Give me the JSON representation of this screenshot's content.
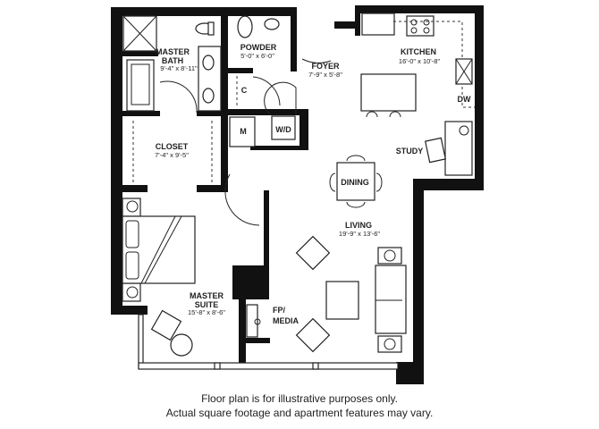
{
  "rooms": {
    "master_bath": {
      "name_line1": "MASTER",
      "name_line2": "BATH",
      "size": "9'-4\" x 8'-11\""
    },
    "powder": {
      "name": "POWDER",
      "size": "5'-0\" x 6'-0\""
    },
    "foyer": {
      "name": "FOYER",
      "size": "7'-9\" x 5'-8\""
    },
    "kitchen": {
      "name": "KITCHEN",
      "size": "16'-0\" x 10'-8\""
    },
    "closet": {
      "name": "CLOSET",
      "size": "7'-4\" x 9'-5\""
    },
    "coat_closet": {
      "name": "C"
    },
    "mechanical": {
      "name": "M"
    },
    "laundry": {
      "name": "W/D"
    },
    "dishwasher": {
      "name": "DW"
    },
    "study": {
      "name": "STUDY"
    },
    "dining": {
      "name": "DINING"
    },
    "living": {
      "name": "LIVING",
      "size": "19'-9\" x 13'-6\""
    },
    "master_suite": {
      "name_line1": "MASTER",
      "name_line2": "SUITE",
      "size": "15'-8\" x 8'-6\""
    },
    "fp_media": {
      "name_line1": "FP/",
      "name_line2": "MEDIA"
    }
  },
  "disclaimer": {
    "line1": "Floor plan is for illustrative purposes only.",
    "line2": "Actual square footage and apartment features may vary."
  }
}
